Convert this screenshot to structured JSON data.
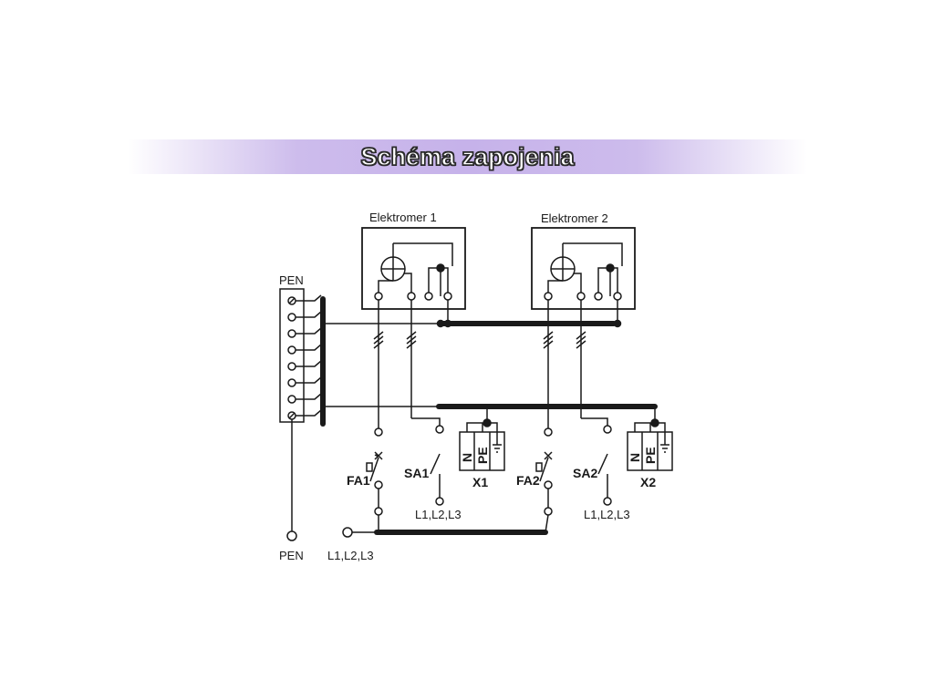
{
  "title": "Schéma zapojenia",
  "labels": {
    "meter1": "Elektromer 1",
    "meter2": "Elektromer 2",
    "pen_top": "PEN",
    "pen_bottom": "PEN",
    "input_phases": "L1,L2,L3",
    "fa1": "FA1",
    "sa1": "SA1",
    "x1": "X1",
    "sa1_phases": "L1,L2,L3",
    "fa2": "FA2",
    "sa2": "SA2",
    "x2": "X2",
    "sa2_phases": "L1,L2,L3",
    "socket_n": "N",
    "socket_pe": "PE"
  },
  "colors": {
    "title_band": "#c6b2ea",
    "line": "#1a1a1a"
  }
}
